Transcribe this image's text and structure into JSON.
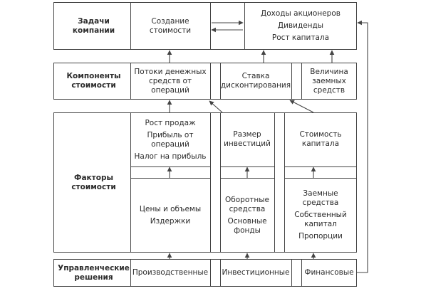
{
  "rows": {
    "goals": {
      "label": "Задачи компании",
      "value_creation": "Создание стоимости",
      "outcomes": [
        "Доходы акционеров",
        "Дивиденды",
        "Рост капитала"
      ]
    },
    "components": {
      "label": "Компоненты стоимости",
      "cash_flows": "Потоки денежных средств от операций",
      "discount_rate": "Ставка дисконтирования",
      "debt_amount": "Величина заемных средств"
    },
    "factors": {
      "label": "Факторы стоимости",
      "ops_top": [
        "Рост продаж",
        "Прибыль от операций",
        "Налог на прибыль"
      ],
      "inv_top": "Размер инвестиций",
      "fin_top": "Стоимость капитала",
      "ops_bottom": [
        "Цены и объемы",
        "Издержки"
      ],
      "inv_bottom": [
        "Оборотные средства",
        "Основные фонды"
      ],
      "fin_bottom": [
        "Заемные средства",
        "Собственный капитал",
        "Пропорции"
      ]
    },
    "decisions": {
      "label": "Управленческие решения",
      "production": "Производственные",
      "investment": "Инвестиционные",
      "financial": "Финансовые"
    }
  }
}
